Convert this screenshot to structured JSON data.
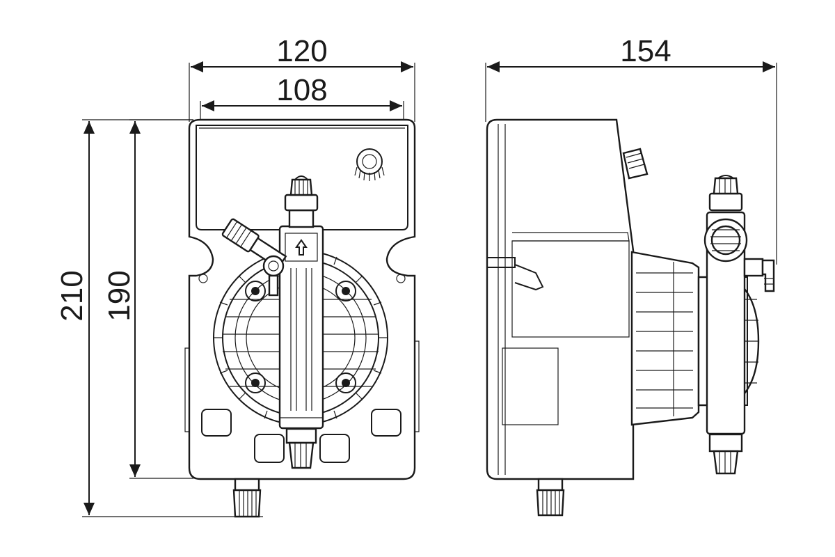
{
  "dimensions": {
    "front_overall_width": "120",
    "front_inner_width": "108",
    "overall_height": "210",
    "body_height": "190",
    "side_depth": "154"
  },
  "colors": {
    "line": "#1a1a1a",
    "background": "#ffffff"
  }
}
